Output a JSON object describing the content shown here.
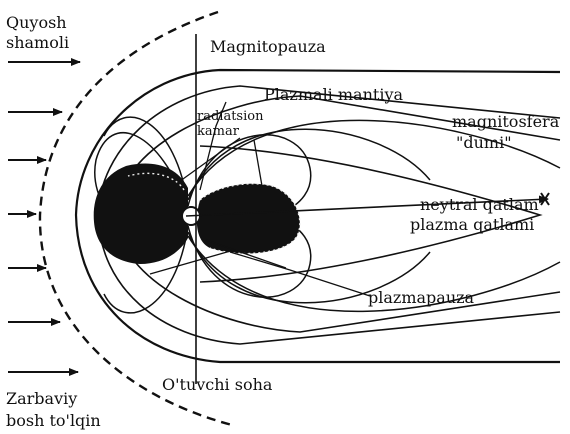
{
  "labels": {
    "solar_wind": [
      "Quyosh",
      "shamoli"
    ],
    "magnetopause": "Magnitopauza",
    "plasma_mantle": "Plazmali mantiya",
    "radiation_belt": [
      "radiatsion",
      "kamar"
    ],
    "magnetotail": [
      "magnitosfera",
      "\"dumi\""
    ],
    "neutral_layer": "neytral qatlam",
    "plasma_layer": "plazma qatlami",
    "plasmapause": "plazmapauza",
    "bow_shock": [
      "Zarbaviy",
      "bosh to'lqin"
    ],
    "transition_region": "O'tuvchi soha"
  },
  "colors": {
    "ink": "#111111",
    "background": "#ffffff"
  }
}
